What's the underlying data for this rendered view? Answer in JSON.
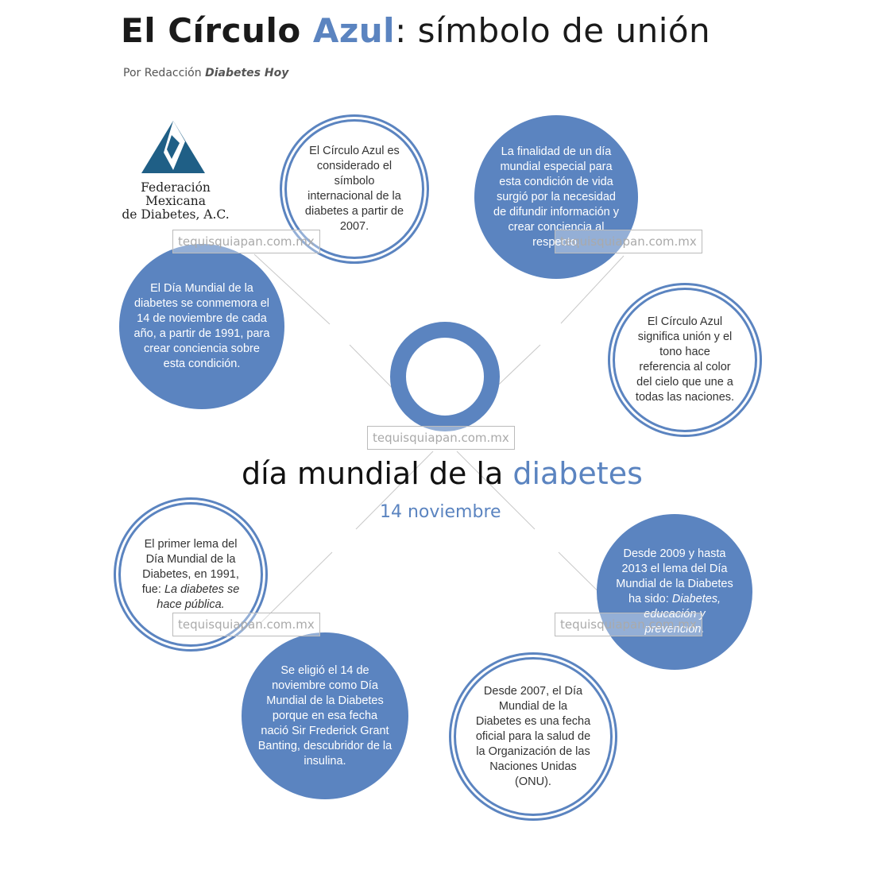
{
  "header": {
    "title_part1": "El Círculo ",
    "title_accent": "Azul",
    "title_part2": ": símbolo de unión",
    "byline_prefix": "Por Redacción ",
    "byline_source": "Diabetes Hoy"
  },
  "logo": {
    "line1": "Federación Mexicana",
    "line2": "de Diabetes, A.C."
  },
  "center": {
    "title_part1": "día mundial de la ",
    "title_accent": "diabetes",
    "date": "14 noviembre"
  },
  "circles": {
    "c1": "El Círculo Azul es considerado el símbolo internacional de la diabetes a partir de 2007.",
    "c2": "La finalidad de un día mundial especial para esta condición de vida surgió por la necesidad de difundir información y crear conciencia al respecto.",
    "c3": "El Círculo Azul significa unión y el tono hace referencia al color del cielo que une a todas las naciones.",
    "c4": "El Día Mundial de la diabetes se conmemora el 14 de noviembre de cada año, a partir de 1991, para crear conciencia sobre esta condición.",
    "c5_text": "El primer lema del Día Mundial de la Diabetes, en 1991, fue: ",
    "c5_quote": "La diabetes se hace pública.",
    "c6_text": "Desde 2009 y hasta 2013 el lema del Día Mundial de la Diabetes ha sido: ",
    "c6_quote": "Diabetes, educación y prevención.",
    "c7": "Se eligió el 14 de noviembre como Día Mundial de la Diabetes porque en esa fecha nació Sir Frederick Grant Banting, descubridor de la insulina.",
    "c8": "Desde 2007, el Día Mundial de la Diabetes es una fecha oficial para la salud de la Organización de las Naciones Unidas (ONU)."
  },
  "watermark": "tequisquiapan.com.mx",
  "colors": {
    "accent": "#5b84c0"
  }
}
